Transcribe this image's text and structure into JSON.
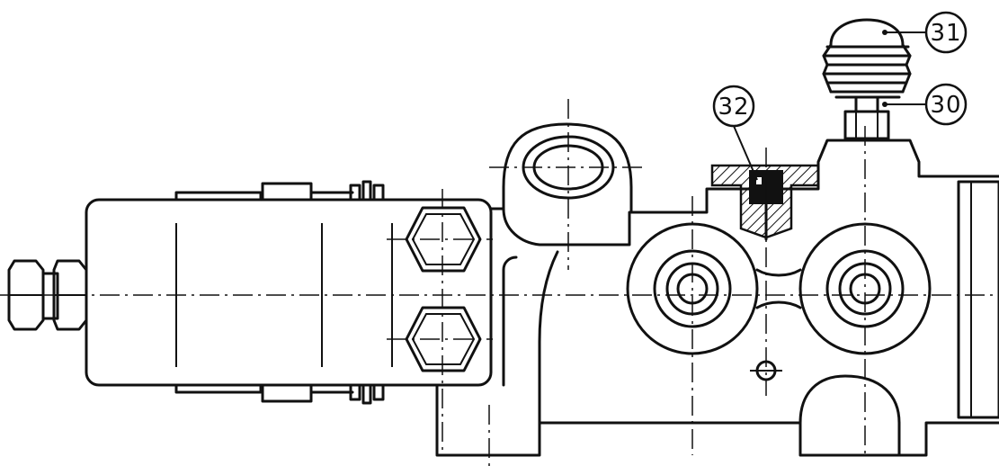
{
  "callouts": [
    {
      "id": "31",
      "label": "31"
    },
    {
      "id": "30",
      "label": "30"
    },
    {
      "id": "32",
      "label": "32"
    }
  ],
  "colors": {
    "line": "#111111",
    "background": "#ffffff"
  }
}
